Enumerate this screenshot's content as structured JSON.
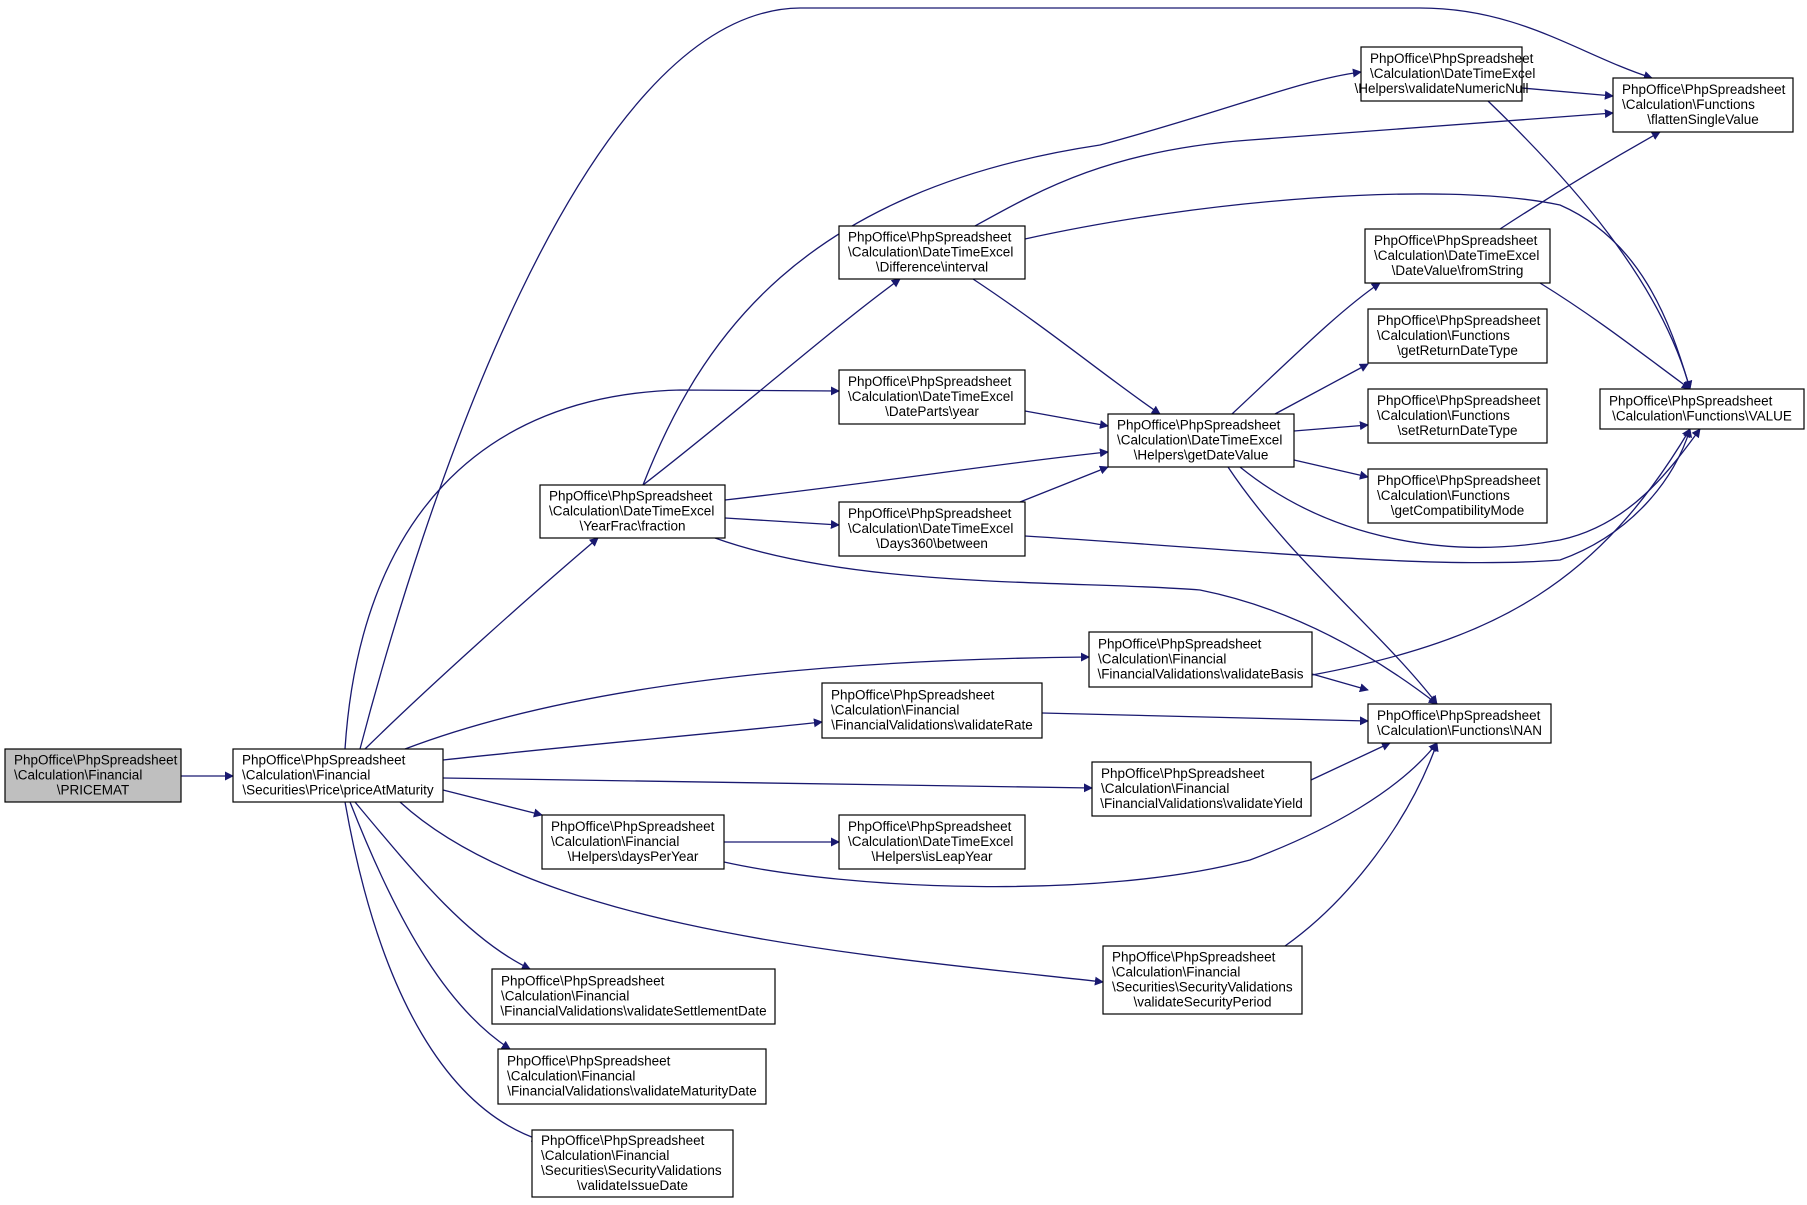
{
  "colors": {
    "edge": "#191970",
    "node_fill": "#ffffff",
    "root_fill": "#bfbfbf",
    "border": "#000000"
  },
  "nodes": [
    {
      "id": "pricemat",
      "lines": [
        "PhpOffice\\PhpSpreadsheet",
        "\\Calculation\\Financial",
        "\\PRICEMAT"
      ],
      "highlight": true
    },
    {
      "id": "priceAtMaturity",
      "lines": [
        "PhpOffice\\PhpSpreadsheet",
        "\\Calculation\\Financial",
        "\\Securities\\Price\\priceAtMaturity"
      ]
    },
    {
      "id": "fraction",
      "lines": [
        "PhpOffice\\PhpSpreadsheet",
        "\\Calculation\\DateTimeExcel",
        "\\YearFrac\\fraction"
      ]
    },
    {
      "id": "interval",
      "lines": [
        "PhpOffice\\PhpSpreadsheet",
        "\\Calculation\\DateTimeExcel",
        "\\Difference\\interval"
      ]
    },
    {
      "id": "year",
      "lines": [
        "PhpOffice\\PhpSpreadsheet",
        "\\Calculation\\DateTimeExcel",
        "\\DateParts\\year"
      ]
    },
    {
      "id": "between",
      "lines": [
        "PhpOffice\\PhpSpreadsheet",
        "\\Calculation\\DateTimeExcel",
        "\\Days360\\between"
      ]
    },
    {
      "id": "getDateValue",
      "lines": [
        "PhpOffice\\PhpSpreadsheet",
        "\\Calculation\\DateTimeExcel",
        "\\Helpers\\getDateValue"
      ]
    },
    {
      "id": "validateNumericNull",
      "lines": [
        "PhpOffice\\PhpSpreadsheet",
        "\\Calculation\\DateTimeExcel",
        "\\Helpers\\validateNumericNull"
      ]
    },
    {
      "id": "fromString",
      "lines": [
        "PhpOffice\\PhpSpreadsheet",
        "\\Calculation\\DateTimeExcel",
        "\\DateValue\\fromString"
      ]
    },
    {
      "id": "getReturnDateType",
      "lines": [
        "PhpOffice\\PhpSpreadsheet",
        "\\Calculation\\Functions",
        "\\getReturnDateType"
      ]
    },
    {
      "id": "setReturnDateType",
      "lines": [
        "PhpOffice\\PhpSpreadsheet",
        "\\Calculation\\Functions",
        "\\setReturnDateType"
      ]
    },
    {
      "id": "getCompatibilityMode",
      "lines": [
        "PhpOffice\\PhpSpreadsheet",
        "\\Calculation\\Functions",
        "\\getCompatibilityMode"
      ]
    },
    {
      "id": "flattenSingleValue",
      "lines": [
        "PhpOffice\\PhpSpreadsheet",
        "\\Calculation\\Functions",
        "\\flattenSingleValue"
      ]
    },
    {
      "id": "VALUE",
      "lines": [
        "PhpOffice\\PhpSpreadsheet",
        "\\Calculation\\Functions\\VALUE"
      ]
    },
    {
      "id": "NAN",
      "lines": [
        "PhpOffice\\PhpSpreadsheet",
        "\\Calculation\\Functions\\NAN"
      ]
    },
    {
      "id": "validateBasis",
      "lines": [
        "PhpOffice\\PhpSpreadsheet",
        "\\Calculation\\Financial",
        "\\FinancialValidations\\validateBasis"
      ]
    },
    {
      "id": "validateRate",
      "lines": [
        "PhpOffice\\PhpSpreadsheet",
        "\\Calculation\\Financial",
        "\\FinancialValidations\\validateRate"
      ]
    },
    {
      "id": "validateYield",
      "lines": [
        "PhpOffice\\PhpSpreadsheet",
        "\\Calculation\\Financial",
        "\\FinancialValidations\\validateYield"
      ]
    },
    {
      "id": "daysPerYear",
      "lines": [
        "PhpOffice\\PhpSpreadsheet",
        "\\Calculation\\Financial",
        "\\Helpers\\daysPerYear"
      ]
    },
    {
      "id": "isLeapYear",
      "lines": [
        "PhpOffice\\PhpSpreadsheet",
        "\\Calculation\\DateTimeExcel",
        "\\Helpers\\isLeapYear"
      ]
    },
    {
      "id": "validateSecurityPeriod",
      "lines": [
        "PhpOffice\\PhpSpreadsheet",
        "\\Calculation\\Financial",
        "\\Securities\\SecurityValidations",
        "\\validateSecurityPeriod"
      ]
    },
    {
      "id": "validateSettlementDate",
      "lines": [
        "PhpOffice\\PhpSpreadsheet",
        "\\Calculation\\Financial",
        "\\FinancialValidations\\validateSettlementDate"
      ]
    },
    {
      "id": "validateMaturityDate",
      "lines": [
        "PhpOffice\\PhpSpreadsheet",
        "\\Calculation\\Financial",
        "\\FinancialValidations\\validateMaturityDate"
      ]
    },
    {
      "id": "validateIssueDate",
      "lines": [
        "PhpOffice\\PhpSpreadsheet",
        "\\Calculation\\Financial",
        "\\Securities\\SecurityValidations",
        "\\validateIssueDate"
      ]
    }
  ],
  "edges": [
    {
      "from": "pricemat",
      "to": "priceAtMaturity"
    },
    {
      "from": "priceAtMaturity",
      "to": "fraction"
    },
    {
      "from": "priceAtMaturity",
      "to": "year"
    },
    {
      "from": "priceAtMaturity",
      "to": "flattenSingleValue"
    },
    {
      "from": "priceAtMaturity",
      "to": "validateBasis"
    },
    {
      "from": "priceAtMaturity",
      "to": "validateRate"
    },
    {
      "from": "priceAtMaturity",
      "to": "validateYield"
    },
    {
      "from": "priceAtMaturity",
      "to": "daysPerYear"
    },
    {
      "from": "priceAtMaturity",
      "to": "validateSecurityPeriod"
    },
    {
      "from": "priceAtMaturity",
      "to": "validateSettlementDate"
    },
    {
      "from": "priceAtMaturity",
      "to": "validateMaturityDate"
    },
    {
      "from": "priceAtMaturity",
      "to": "validateIssueDate"
    },
    {
      "from": "fraction",
      "to": "validateNumericNull"
    },
    {
      "from": "fraction",
      "to": "interval"
    },
    {
      "from": "fraction",
      "to": "getDateValue"
    },
    {
      "from": "fraction",
      "to": "between"
    },
    {
      "from": "fraction",
      "to": "NAN"
    },
    {
      "from": "interval",
      "to": "getDateValue"
    },
    {
      "from": "interval",
      "to": "flattenSingleValue"
    },
    {
      "from": "interval",
      "to": "VALUE"
    },
    {
      "from": "year",
      "to": "getDateValue"
    },
    {
      "from": "between",
      "to": "getDateValue"
    },
    {
      "from": "between",
      "to": "VALUE"
    },
    {
      "from": "getDateValue",
      "to": "fromString"
    },
    {
      "from": "getDateValue",
      "to": "getReturnDateType"
    },
    {
      "from": "getDateValue",
      "to": "setReturnDateType"
    },
    {
      "from": "getDateValue",
      "to": "getCompatibilityMode"
    },
    {
      "from": "getDateValue",
      "to": "VALUE"
    },
    {
      "from": "getDateValue",
      "to": "NAN"
    },
    {
      "from": "validateNumericNull",
      "to": "flattenSingleValue"
    },
    {
      "from": "validateNumericNull",
      "to": "VALUE"
    },
    {
      "from": "fromString",
      "to": "flattenSingleValue"
    },
    {
      "from": "fromString",
      "to": "VALUE"
    },
    {
      "from": "validateBasis",
      "to": "NAN"
    },
    {
      "from": "validateBasis",
      "to": "VALUE"
    },
    {
      "from": "validateRate",
      "to": "NAN"
    },
    {
      "from": "validateYield",
      "to": "NAN"
    },
    {
      "from": "daysPerYear",
      "to": "isLeapYear"
    },
    {
      "from": "daysPerYear",
      "to": "NAN"
    },
    {
      "from": "validateSecurityPeriod",
      "to": "NAN"
    }
  ]
}
